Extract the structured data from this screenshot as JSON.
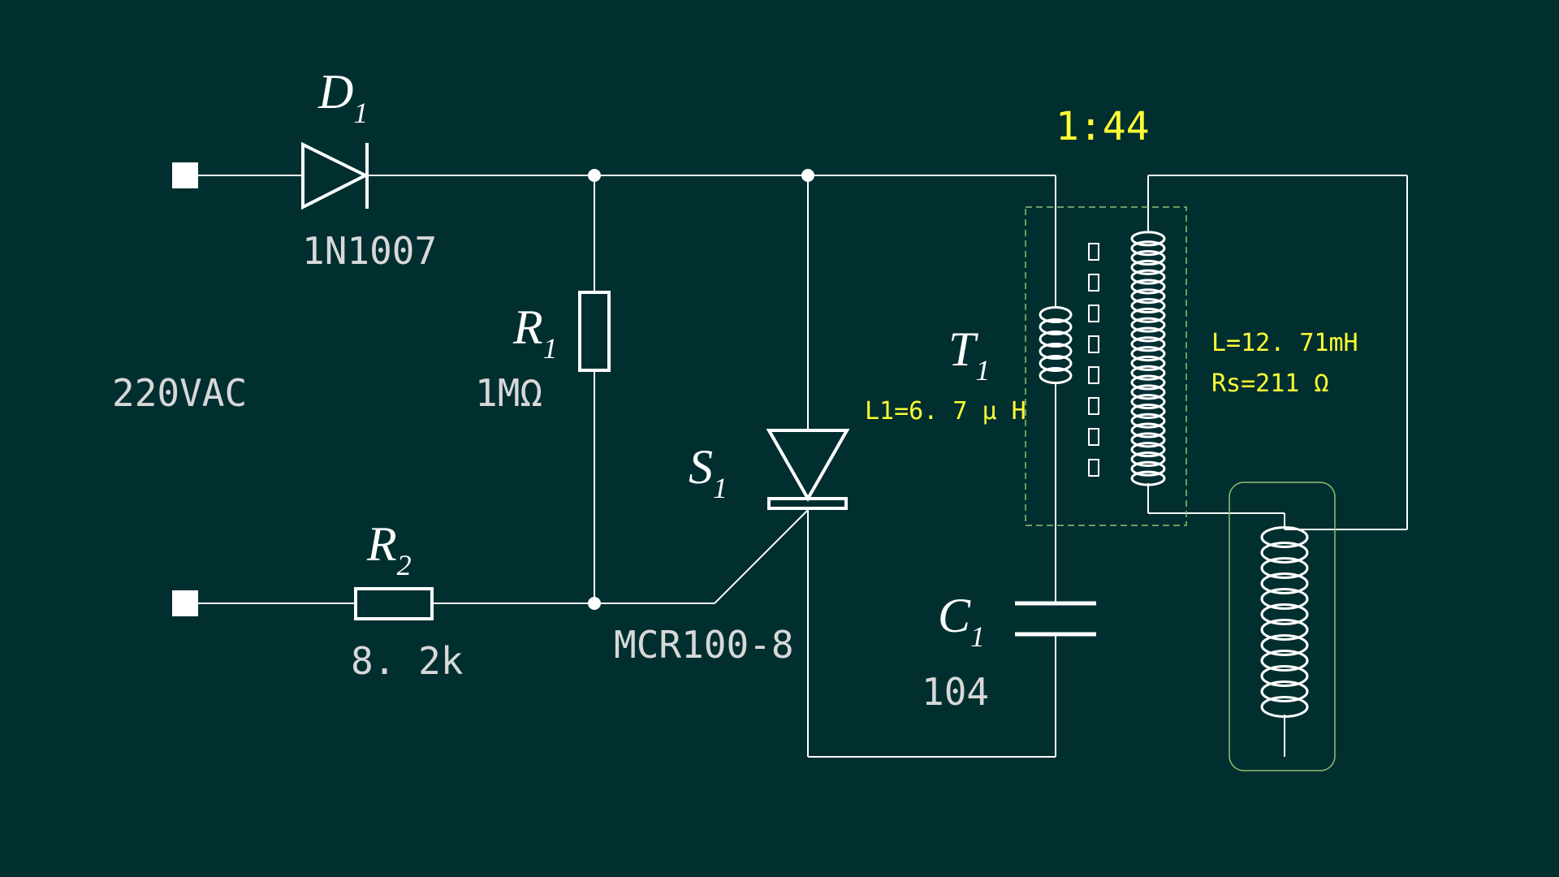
{
  "components": {
    "d1": {
      "letter": "D",
      "sub": "1",
      "part": "1N1007"
    },
    "r1": {
      "letter": "R",
      "sub": "1",
      "value": "1MΩ"
    },
    "r2": {
      "letter": "R",
      "sub": "2",
      "value": "8. 2k"
    },
    "s1": {
      "letter": "S",
      "sub": "1",
      "part": "MCR100-8"
    },
    "t1": {
      "letter": "T",
      "sub": "1",
      "primary": "L1=6. 7 μ H",
      "ratio": "1:44",
      "secondary_l": "L=12. 71mH",
      "secondary_rs": "Rs=211 Ω"
    },
    "c1": {
      "letter": "C",
      "sub": "1",
      "value": "104"
    }
  },
  "supply": {
    "label": "220VAC"
  },
  "colors": {
    "background": "#012f30",
    "wire": "#ffffff",
    "text_gray": "#d8d8d8",
    "text_yellow": "#ffff33",
    "box_green": "#8fc070"
  }
}
